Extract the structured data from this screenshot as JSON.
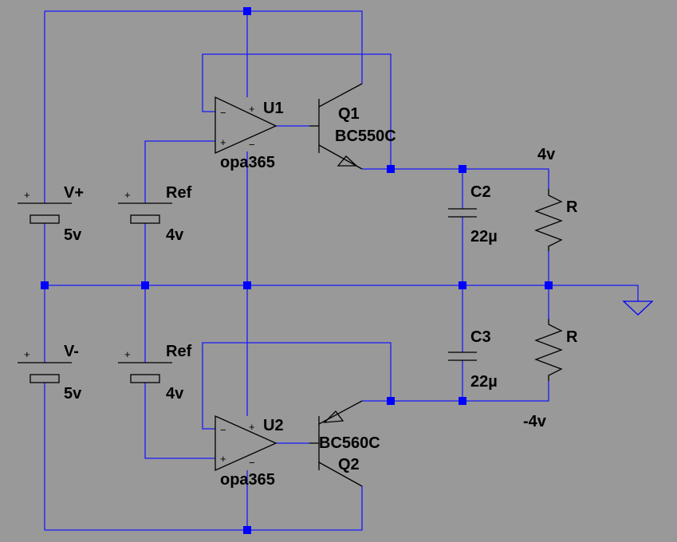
{
  "components": {
    "vplus": {
      "name": "V+",
      "value": "5v"
    },
    "vminus": {
      "name": "V-",
      "value": "5v"
    },
    "ref_top": {
      "name": "Ref",
      "value": "4v"
    },
    "ref_bottom": {
      "name": "Ref",
      "value": "4v"
    },
    "u1": {
      "name": "U1",
      "part": "opa365"
    },
    "u2": {
      "name": "U2",
      "part": "opa365"
    },
    "q1": {
      "name": "Q1",
      "part": "BC550C"
    },
    "q2": {
      "name": "Q2",
      "part": "BC560C"
    },
    "c2": {
      "name": "C2",
      "value": "22µ"
    },
    "c3": {
      "name": "C3",
      "value": "22µ"
    },
    "r_top": {
      "name": "R"
    },
    "r_bottom": {
      "name": "R"
    }
  },
  "net_labels": {
    "positive_out": "4v",
    "negative_out": "-4v"
  },
  "pin_marks": {
    "plus": "+",
    "minus": "−"
  },
  "colors": {
    "background": "#999999",
    "wire": "#1a1aff",
    "junction": "#0000ff",
    "component": "#000000"
  }
}
